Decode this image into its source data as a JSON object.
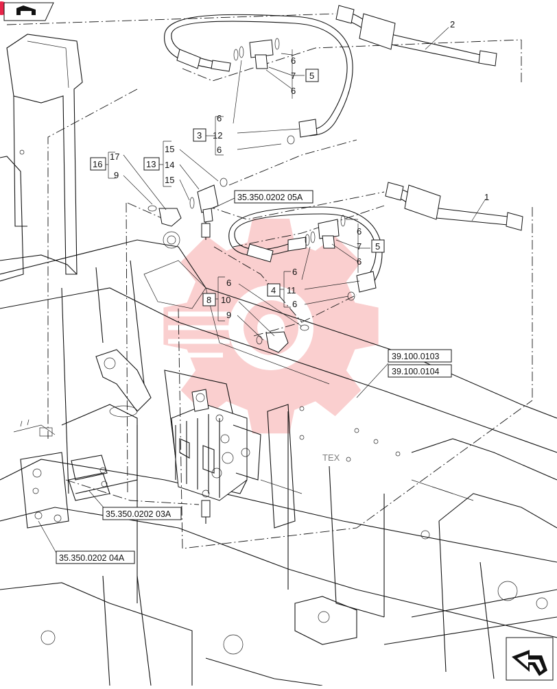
{
  "callouts": [
    {
      "id": "c2",
      "text": "2"
    },
    {
      "id": "c1",
      "text": "1"
    },
    {
      "id": "c6a",
      "text": "6"
    },
    {
      "id": "c7a",
      "text": "7"
    },
    {
      "id": "c6b",
      "text": "6"
    },
    {
      "id": "c5a",
      "text": "5"
    },
    {
      "id": "c6c",
      "text": "6"
    },
    {
      "id": "c3",
      "text": "3"
    },
    {
      "id": "c12",
      "text": "12"
    },
    {
      "id": "c6d",
      "text": "6"
    },
    {
      "id": "c15a",
      "text": "15"
    },
    {
      "id": "c13",
      "text": "13"
    },
    {
      "id": "c14",
      "text": "14"
    },
    {
      "id": "c15b",
      "text": "15"
    },
    {
      "id": "c16",
      "text": "16"
    },
    {
      "id": "c17",
      "text": "17"
    },
    {
      "id": "c9a",
      "text": "9"
    },
    {
      "id": "c6e",
      "text": "6"
    },
    {
      "id": "c7b",
      "text": "7"
    },
    {
      "id": "c6f",
      "text": "6"
    },
    {
      "id": "c5b",
      "text": "5"
    },
    {
      "id": "c6g",
      "text": "6"
    },
    {
      "id": "c4",
      "text": "4"
    },
    {
      "id": "c11",
      "text": "11"
    },
    {
      "id": "c6h",
      "text": "6"
    },
    {
      "id": "c6i",
      "text": "6"
    },
    {
      "id": "c8",
      "text": "8"
    },
    {
      "id": "c10",
      "text": "10"
    },
    {
      "id": "c9b",
      "text": "9"
    }
  ],
  "references": {
    "ref_0202_05A": "35.350.0202 05A",
    "ref_0103": "39.100.0103",
    "ref_0104": "39.100.0104",
    "ref_0202_03A": "35.350.0202 03A",
    "ref_0202_04A": "35.350.0202 04A"
  },
  "watermark": {
    "text": "TEX",
    "color": "#f28b8b"
  },
  "icons": {
    "top_left": "view-orientation-icon",
    "bottom_right": "next-page-arrow-icon"
  },
  "colors": {
    "line": "#111111",
    "watermark": "#f28b8b",
    "badge": "#e8254a"
  }
}
